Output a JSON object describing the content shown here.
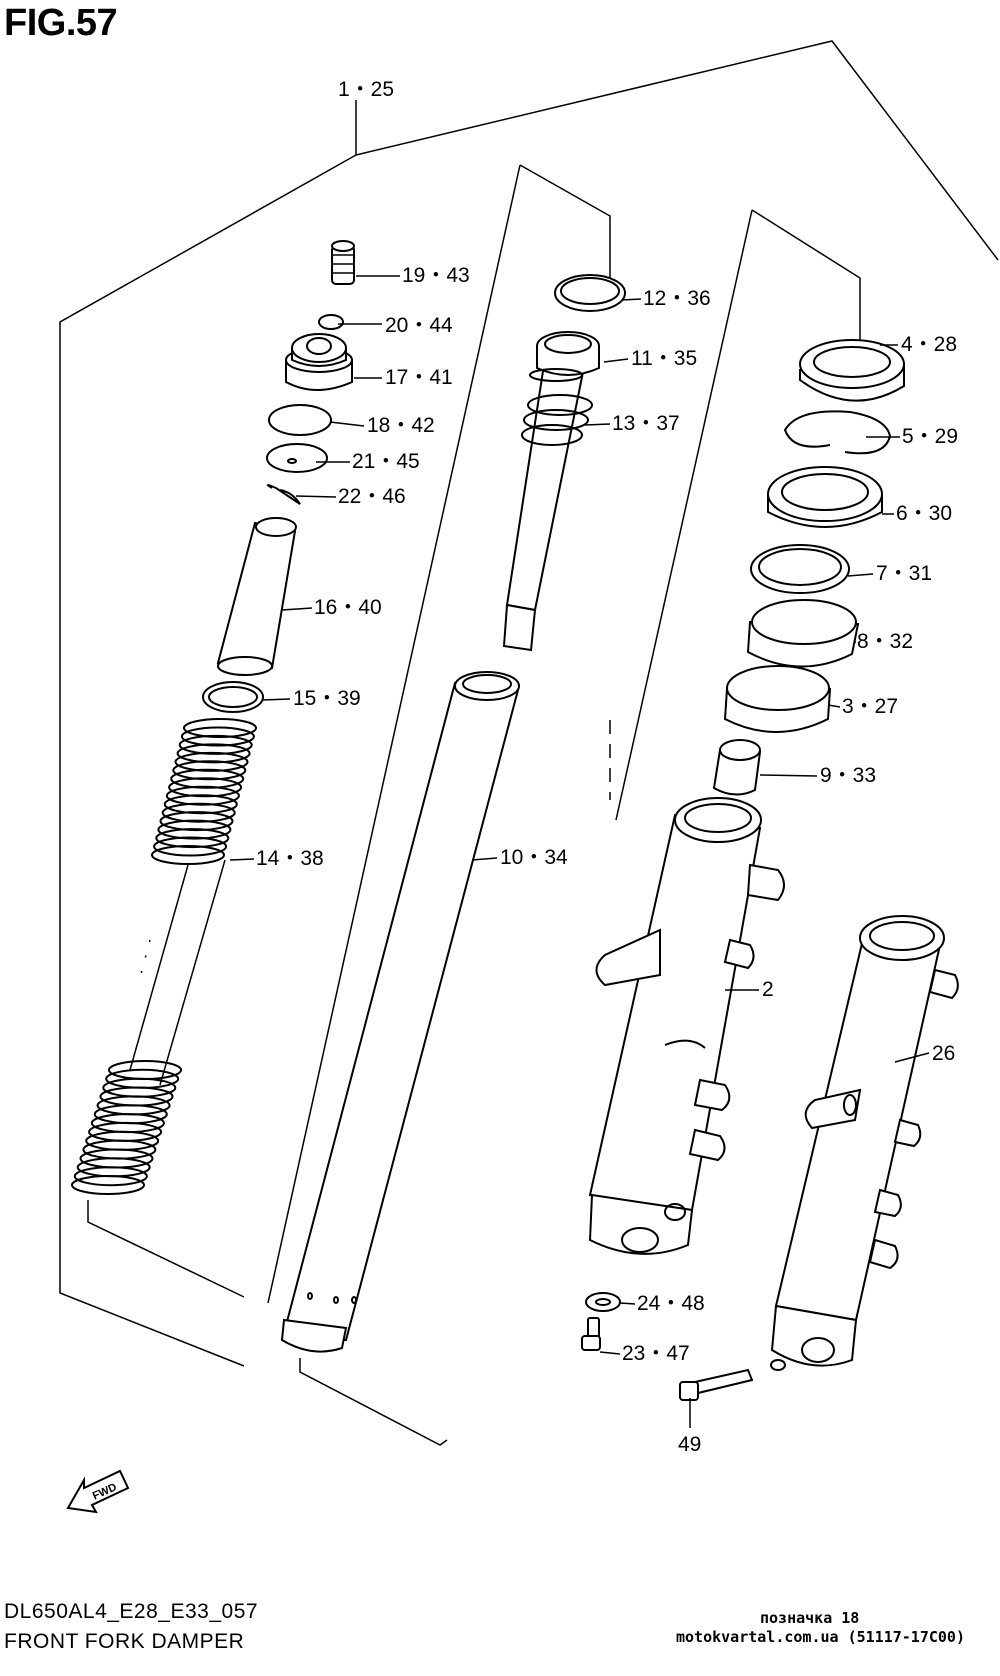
{
  "figure": {
    "title": "FIG.57"
  },
  "callouts": [
    {
      "id": "c1",
      "text": "1・25"
    },
    {
      "id": "c19",
      "text": "19・43"
    },
    {
      "id": "c20",
      "text": "20・44"
    },
    {
      "id": "c17",
      "text": "17・41"
    },
    {
      "id": "c18",
      "text": "18・42"
    },
    {
      "id": "c21",
      "text": "21・45"
    },
    {
      "id": "c22",
      "text": "22・46"
    },
    {
      "id": "c16",
      "text": "16・40"
    },
    {
      "id": "c15",
      "text": "15・39"
    },
    {
      "id": "c14",
      "text": "14・38"
    },
    {
      "id": "c12",
      "text": "12・36"
    },
    {
      "id": "c11",
      "text": "11・35"
    },
    {
      "id": "c13",
      "text": "13・37"
    },
    {
      "id": "c10",
      "text": "10・34"
    },
    {
      "id": "c4",
      "text": "4・28"
    },
    {
      "id": "c5",
      "text": "5・29"
    },
    {
      "id": "c6",
      "text": "6・30"
    },
    {
      "id": "c7",
      "text": "7・31"
    },
    {
      "id": "c8",
      "text": "8・32"
    },
    {
      "id": "c3",
      "text": "3・27"
    },
    {
      "id": "c9",
      "text": "9・33"
    },
    {
      "id": "c2",
      "text": "2"
    },
    {
      "id": "c26",
      "text": "26"
    },
    {
      "id": "c24",
      "text": "24・48"
    },
    {
      "id": "c23",
      "text": "23・47"
    },
    {
      "id": "c49",
      "text": "49"
    }
  ],
  "fwd_label": "FWD",
  "footer": {
    "code": "DL650AL4_E28_E33_057",
    "name": "FRONT FORK DAMPER",
    "mark": "позначка 18",
    "site": "motokvartal.com.ua (51117-17C00)"
  }
}
